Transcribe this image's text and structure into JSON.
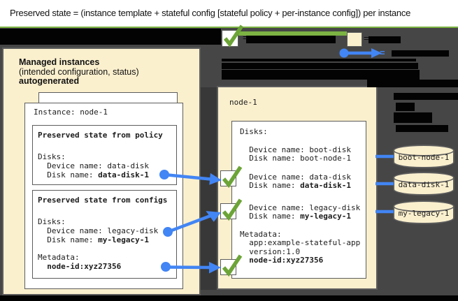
{
  "header": {
    "title": "Preserved state = (instance template + stateful config [stateful policy + per-instance config]) per instance"
  },
  "legend": {
    "eq_check": "=",
    "eq_box": "=",
    "eq_arrow": "="
  },
  "left_panel": {
    "header_line1": "Managed instances",
    "header_line2": "(intended configuration, status)",
    "header_line3": "autogenerated",
    "instance_label": "Instance: node-1",
    "policy_box": {
      "title": "Preserved state from policy",
      "disks_label": "Disks:",
      "device_line": "  Device name: data-disk",
      "disk_prefix": "  Disk name: ",
      "disk_value": "data-disk-1"
    },
    "configs_box": {
      "title": "Preserved state from configs",
      "disks_label": "Disks:",
      "device_line": "  Device name: legacy-disk",
      "disk_prefix": "  Disk name: ",
      "disk_value": "my-legacy-1",
      "metadata_label": "Metadata:",
      "metadata_prefix": "  ",
      "metadata_value": "node-id:xyz27356"
    }
  },
  "right_panel": {
    "node_label": "node-1",
    "disks_label": "Disks:",
    "boot_device_line": "  Device name: boot-disk",
    "boot_disk_line": "  Disk name: boot-node-1",
    "data_device_line": "  Device name: data-disk",
    "data_disk_prefix": "  Disk name: ",
    "data_disk_value": "data-disk-1",
    "legacy_device_line": "  Device name: legacy-disk",
    "legacy_disk_prefix": "  Disk name: ",
    "legacy_disk_value": "my-legacy-1",
    "metadata_label": "Metadata:",
    "metadata_app_line": "  app:example-stateful-app",
    "metadata_version_line": "  version:1.0",
    "metadata_node_prefix": "  ",
    "metadata_node_value": "node-id:xyz27356"
  },
  "disks": [
    {
      "label": "boot-node-1"
    },
    {
      "label": "data-disk-1"
    },
    {
      "label": "my-legacy-1"
    }
  ],
  "colors": {
    "accent_green": "#7CB342",
    "check_green": "#6CA437",
    "link_blue": "#4285F4",
    "panel_cream": "#FBF0CE",
    "border_gray": "#5C5C5C",
    "background_dark": "#464646",
    "redaction_black": "#030303"
  }
}
